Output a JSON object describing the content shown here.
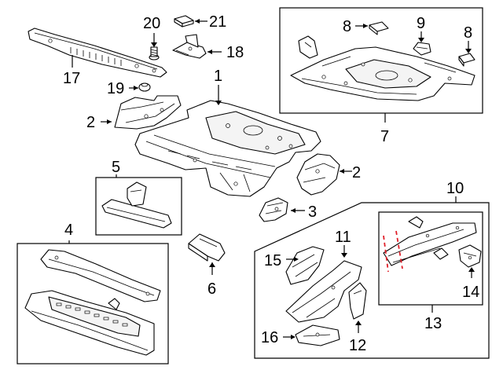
{
  "callouts": {
    "c1": "1",
    "c2a": "2",
    "c2b": "2",
    "c3": "3",
    "c4": "4",
    "c5": "5",
    "c6": "6",
    "c7": "7",
    "c8a": "8",
    "c8b": "8",
    "c9": "9",
    "c10": "10",
    "c11": "11",
    "c12": "12",
    "c13": "13",
    "c14": "14",
    "c15": "15",
    "c16": "16",
    "c17": "17",
    "c18": "18",
    "c19": "19",
    "c20": "20",
    "c21": "21"
  },
  "colors": {
    "line": "#000000",
    "background": "#ffffff",
    "cut_marker": "#e0202a"
  }
}
